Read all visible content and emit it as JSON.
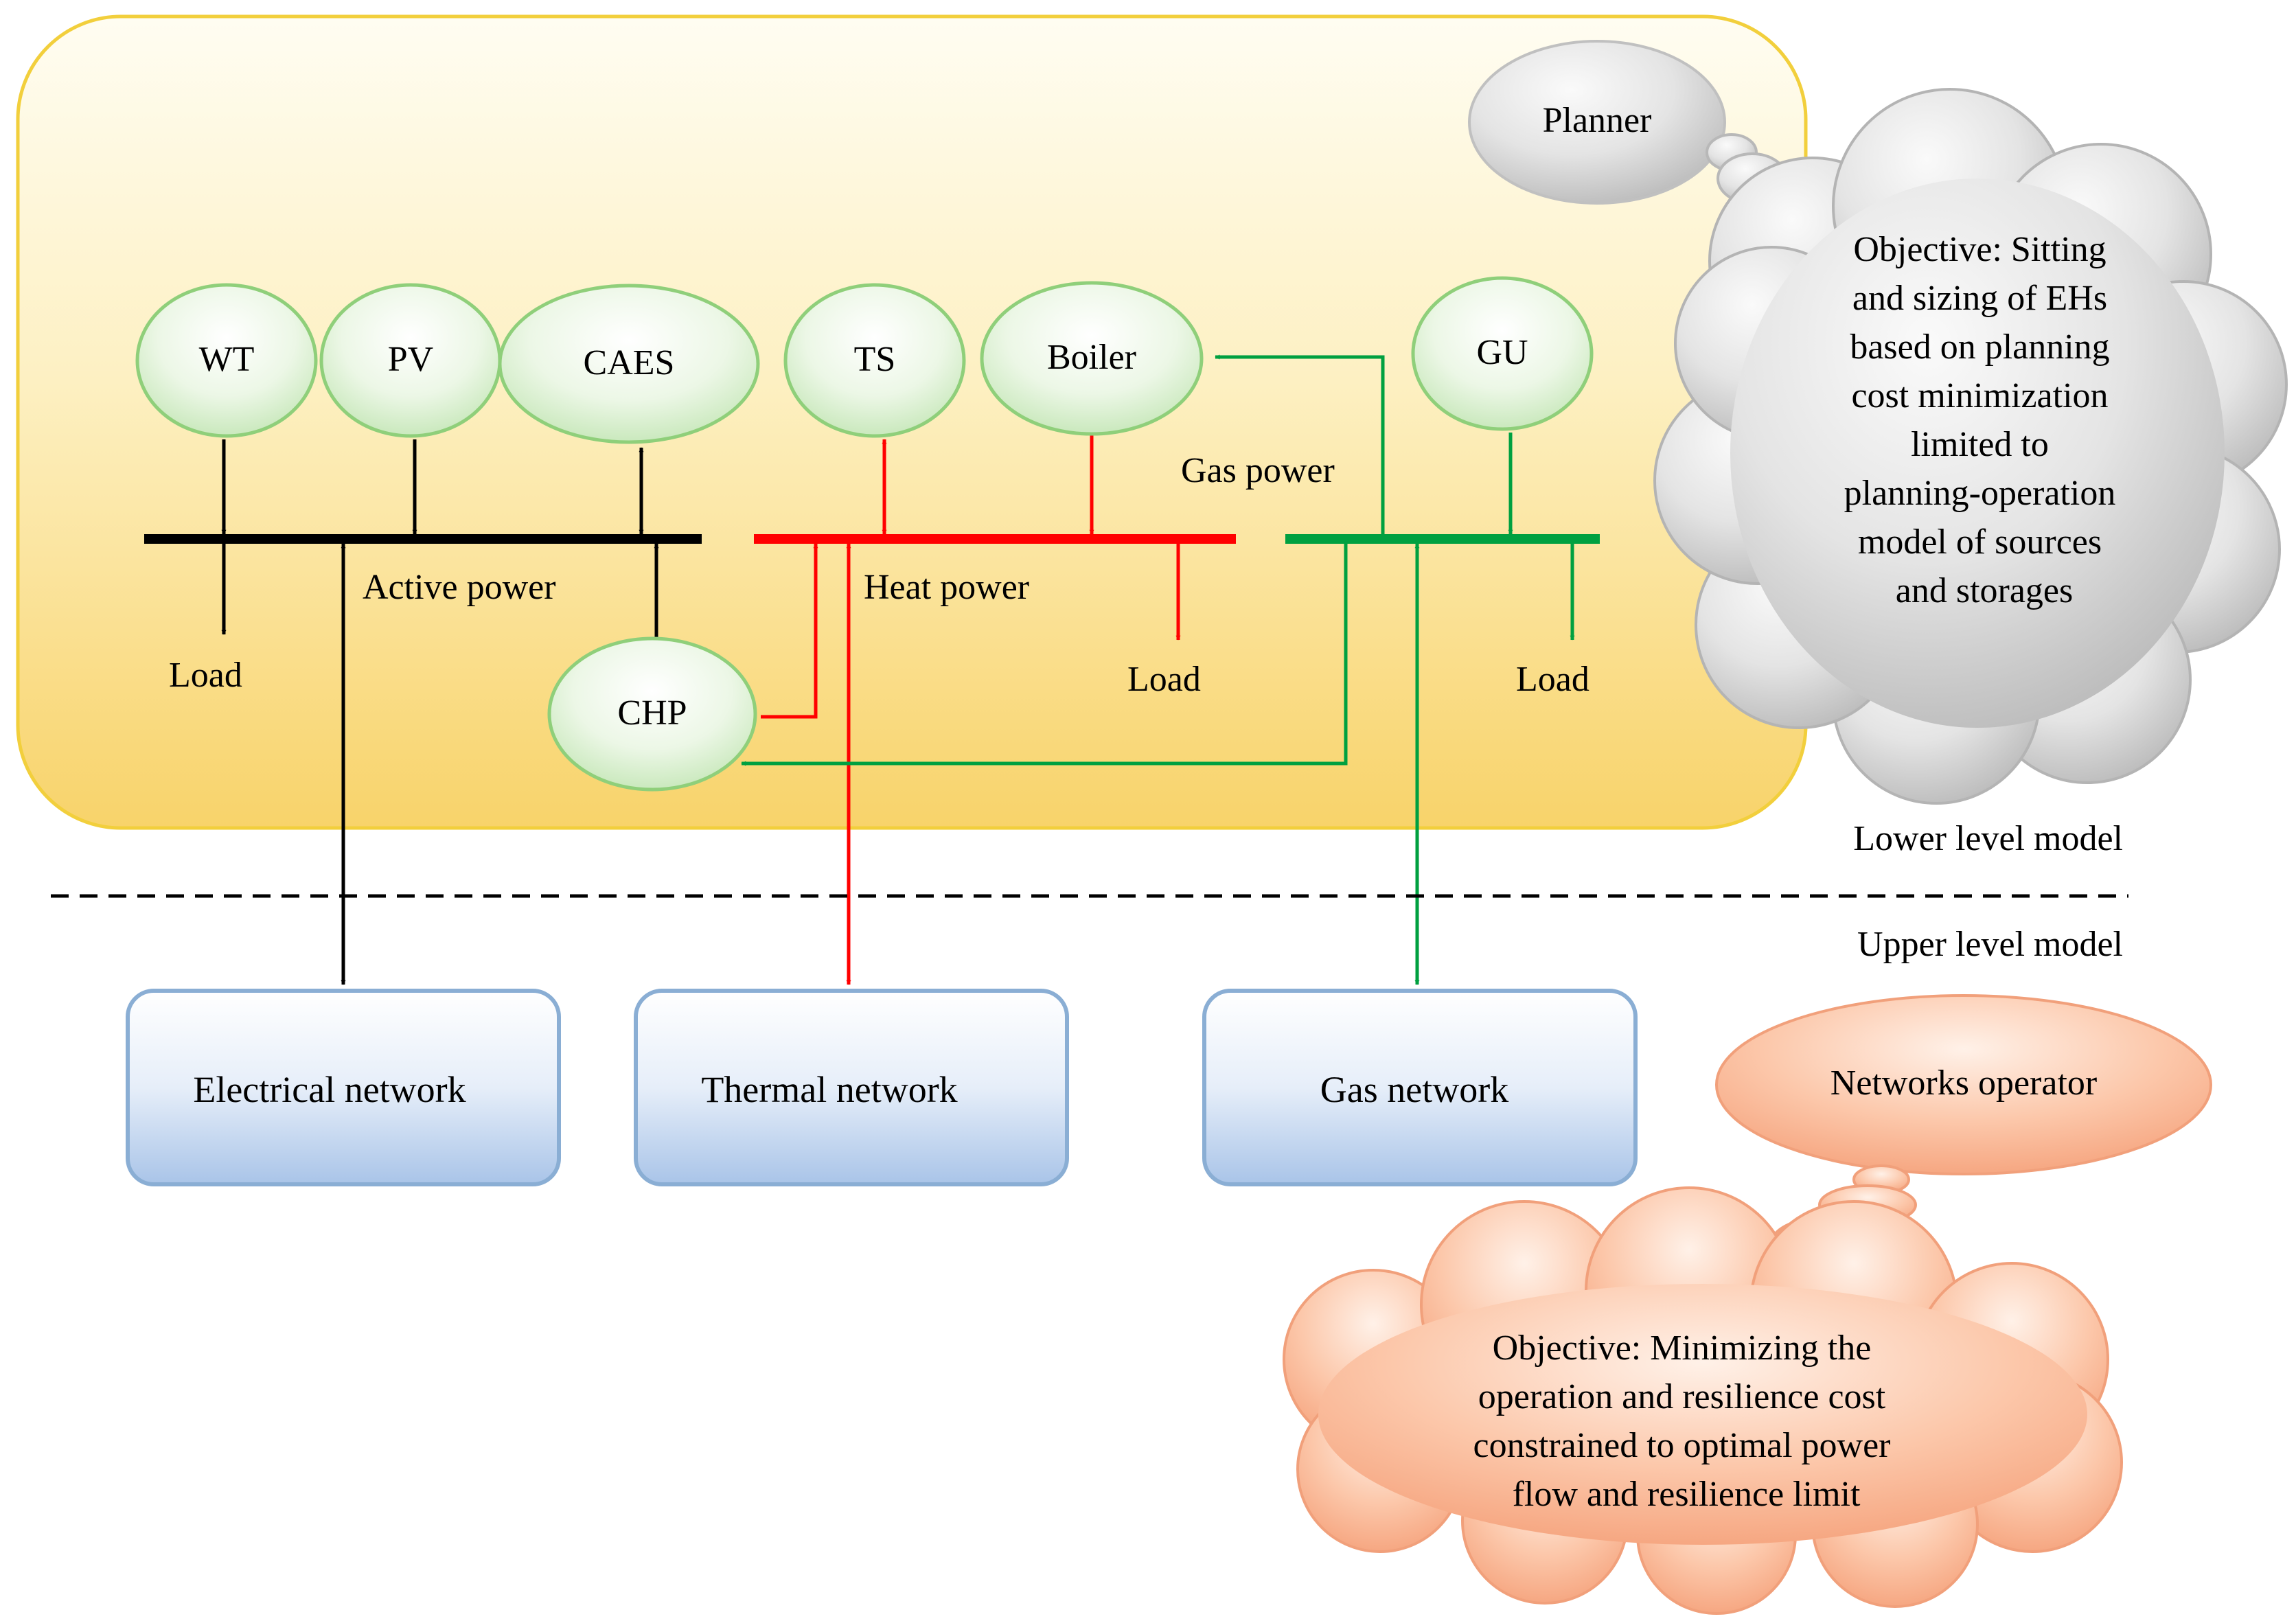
{
  "nodes": {
    "wt": "WT",
    "pv": "PV",
    "caes": "CAES",
    "ts": "TS",
    "boiler": "Boiler",
    "gu": "GU",
    "chp": "CHP"
  },
  "buses": {
    "active": "Active power",
    "heat": "Heat power",
    "gas": "Gas power"
  },
  "loads": {
    "active": "Load",
    "heat": "Load",
    "gas": "Load"
  },
  "levels": {
    "lower": "Lower level model",
    "upper": "Upper level model"
  },
  "networks": {
    "electrical": "Electrical network",
    "thermal": "Thermal network",
    "gas": "Gas network"
  },
  "planner": {
    "label": "Planner",
    "objective_lines": [
      "Objective: Sitting",
      "and sizing of EHs",
      "based on planning",
      "cost minimization",
      "limited to",
      "planning-operation",
      "model of sources",
      "and storages"
    ]
  },
  "operator": {
    "label": "Networks operator",
    "objective_lines": [
      "Objective: Minimizing the",
      "operation and resilience cost",
      "constrained to optimal power",
      "flow and resilience limit"
    ]
  },
  "colors": {
    "electric": "#000000",
    "heat": "#ff0000",
    "gas": "#00a040",
    "node_stroke": "#8fcf7a",
    "panel_stroke": "#f2cf3c",
    "network_stroke": "#8aaed4",
    "planner_cloud": "#c7c7c7",
    "operator_cloud": "#f9a783"
  }
}
